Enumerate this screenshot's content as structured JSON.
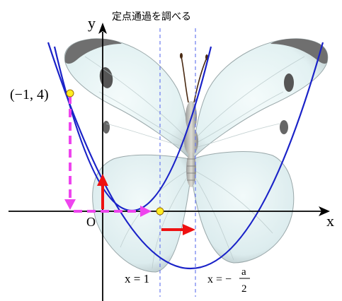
{
  "title": "定点通過を調べる",
  "axes": {
    "x_label": "x",
    "y_label": "y",
    "origin_label": "O"
  },
  "point_label": "(−1, 4)",
  "line1_label": "x = 1",
  "line2_label": {
    "lhs": "x = −",
    "numerator": "a",
    "denominator": "2"
  },
  "colors": {
    "curve": "#1a22c8",
    "arrow_red": "#ee1111",
    "dashed_magenta": "#ee44ee",
    "point_fill": "#ffee22",
    "guide_lines": "#6b7bee"
  },
  "decorative_image": "butterfly"
}
